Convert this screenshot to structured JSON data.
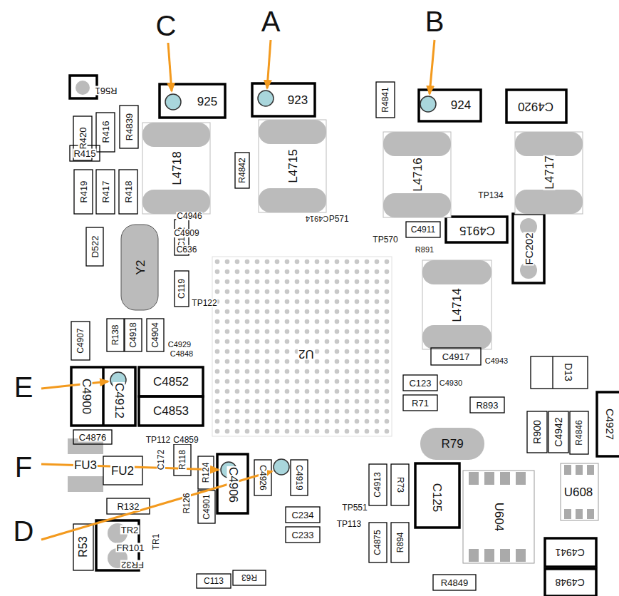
{
  "diagram": {
    "labels": [
      "A",
      "B",
      "C",
      "E",
      "F",
      "D",
      "925",
      "923",
      "924",
      "C4920",
      "L4718",
      "L4715",
      "L4716",
      "L4717",
      "L4714",
      "C4915",
      "FC202",
      "U2",
      "Y2",
      "D522",
      "C4900",
      "C4912",
      "C4852",
      "C4853",
      "C4906",
      "C125",
      "U604",
      "U608",
      "C4927",
      "C4941",
      "C4948",
      "R79",
      "D13",
      "FU3",
      "FU2",
      "R53",
      "R561",
      "R420",
      "R416",
      "R4839",
      "R415",
      "R419",
      "R417",
      "R418",
      "R4842",
      "R4841",
      "C122",
      "C119",
      "C4907",
      "R138",
      "C4918",
      "C4904",
      "C4876",
      "TP112",
      "C4859",
      "C172",
      "R118",
      "R124",
      "R126",
      "C4901",
      "R132",
      "TR2",
      "FR101",
      "TR1",
      "FR32",
      "C113",
      "R63",
      "C4926",
      "C4919",
      "C234",
      "C233",
      "TP551",
      "TP113",
      "C4913",
      "R73",
      "C4875",
      "R894",
      "R4849",
      "R900",
      "C4942",
      "R4846",
      "C123",
      "R71",
      "R893",
      "C4917",
      "TP122",
      "TP571",
      "TP570",
      "C4911",
      "R891",
      "TP134",
      "C4946",
      "C4909",
      "C636",
      "C4929",
      "C4848",
      "C4930",
      "C4943",
      "C4914"
    ]
  }
}
